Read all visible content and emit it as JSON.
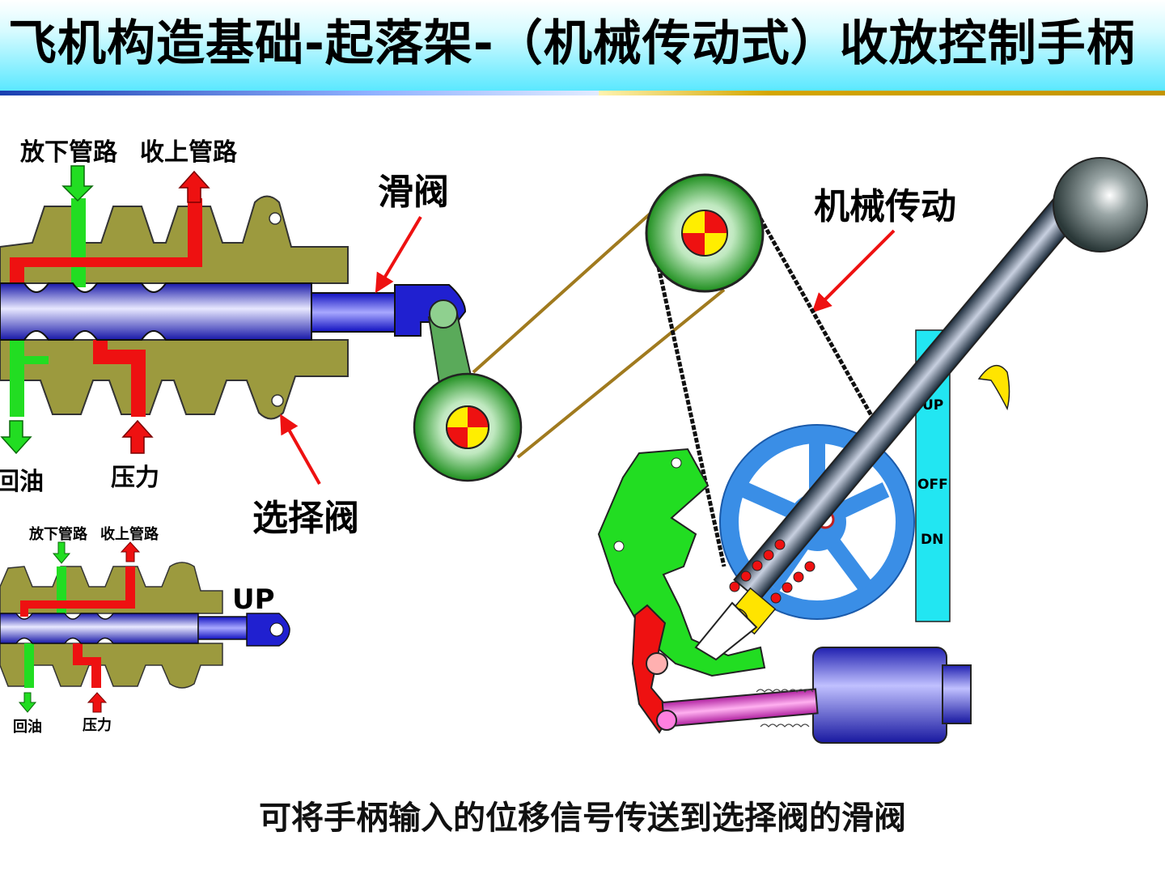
{
  "title": "飞机构造基础-起落架-（机械传动式）收放控制手柄",
  "subtitle": "可将手柄输入的位移信号传送到选择阀的滑阀",
  "labels": {
    "down_line": "放下管路",
    "up_line": "收上管路",
    "spool": "滑阀",
    "return_oil": "回油",
    "pressure": "压力",
    "selector_valve": "选择阀",
    "mechanical_drive": "机械传动"
  },
  "small_valve": {
    "down_line": "放下管路",
    "up_line": "收上管路",
    "position": "UP",
    "return_oil": "回油",
    "pressure": "压力"
  },
  "handle_gate": {
    "up": "UP",
    "off": "OFF",
    "dn": "DN"
  },
  "colors": {
    "valve_body": "#9c9a3e",
    "spool": "#2a2ad0",
    "down_line": "#22dd22",
    "pressure_line": "#ee1111",
    "pulley": "#2a9a2a",
    "belt": "#111111",
    "cross_belt": "#a07a1e",
    "wheel": "#3a8ee6",
    "gate": "#22e6f2",
    "bracket": "#22dd22",
    "actuator": "#3030d0",
    "rod": "#e040d0"
  }
}
